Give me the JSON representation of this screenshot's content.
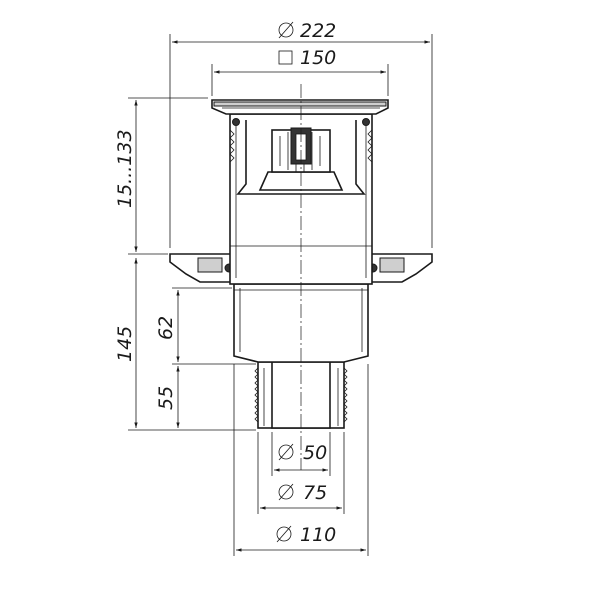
{
  "dimensions": {
    "outer_flange_diameter": "222",
    "grate_square_size": "150",
    "adjustable_height": "15...133",
    "total_lower_height": "145",
    "socket_depth": "62",
    "outlet_length": "55",
    "outlet_inner_diameter": "50",
    "outlet_outer_diameter": "75",
    "body_diameter": "110"
  },
  "symbols": {
    "diameter": "⌀",
    "square": "□"
  }
}
